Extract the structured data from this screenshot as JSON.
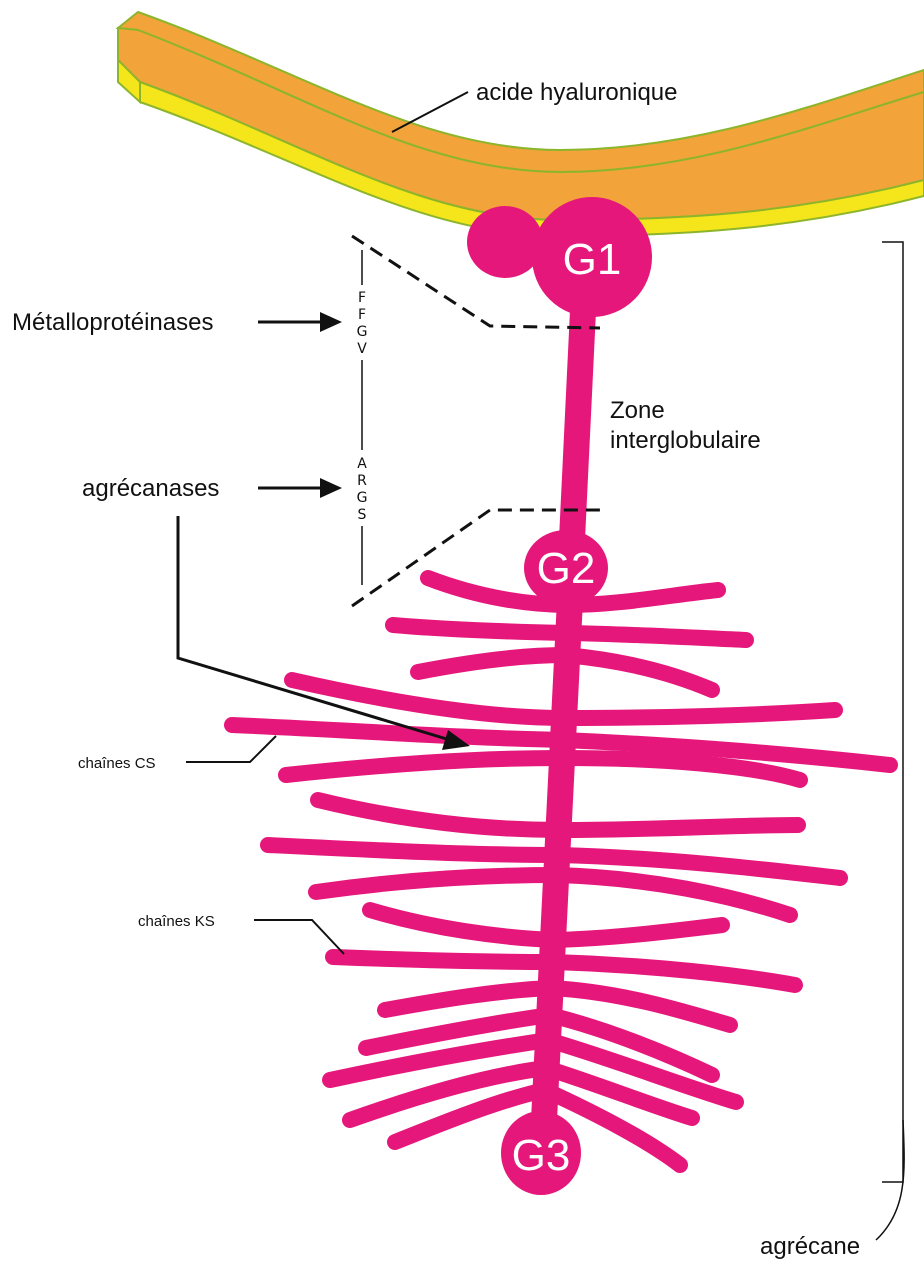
{
  "labels": {
    "hyaluronic_acid": "acide hyaluronique",
    "g1": "G1",
    "g2": "G2",
    "g3": "G3",
    "metalloproteinases": "Métalloprotéinases",
    "interglobular_zone_line1": "Zone",
    "interglobular_zone_line2": "interglobulaire",
    "aggrecanases": "agrécanases",
    "cs_chains": "chaînes CS",
    "ks_chains": "chaînes KS",
    "aggrecan": "agrécane"
  },
  "sequence": {
    "mmp_site": [
      "F",
      "F",
      "G",
      "V"
    ],
    "aggrecanase_site": [
      "A",
      "R",
      "G",
      "S"
    ]
  },
  "colors": {
    "core_protein": "#E6177B",
    "hyaluronan_top": "#F2A33A",
    "hyaluronan_edge": "#F5E61B",
    "hyaluronan_outline": "#8DB52C",
    "text": "#111111"
  }
}
